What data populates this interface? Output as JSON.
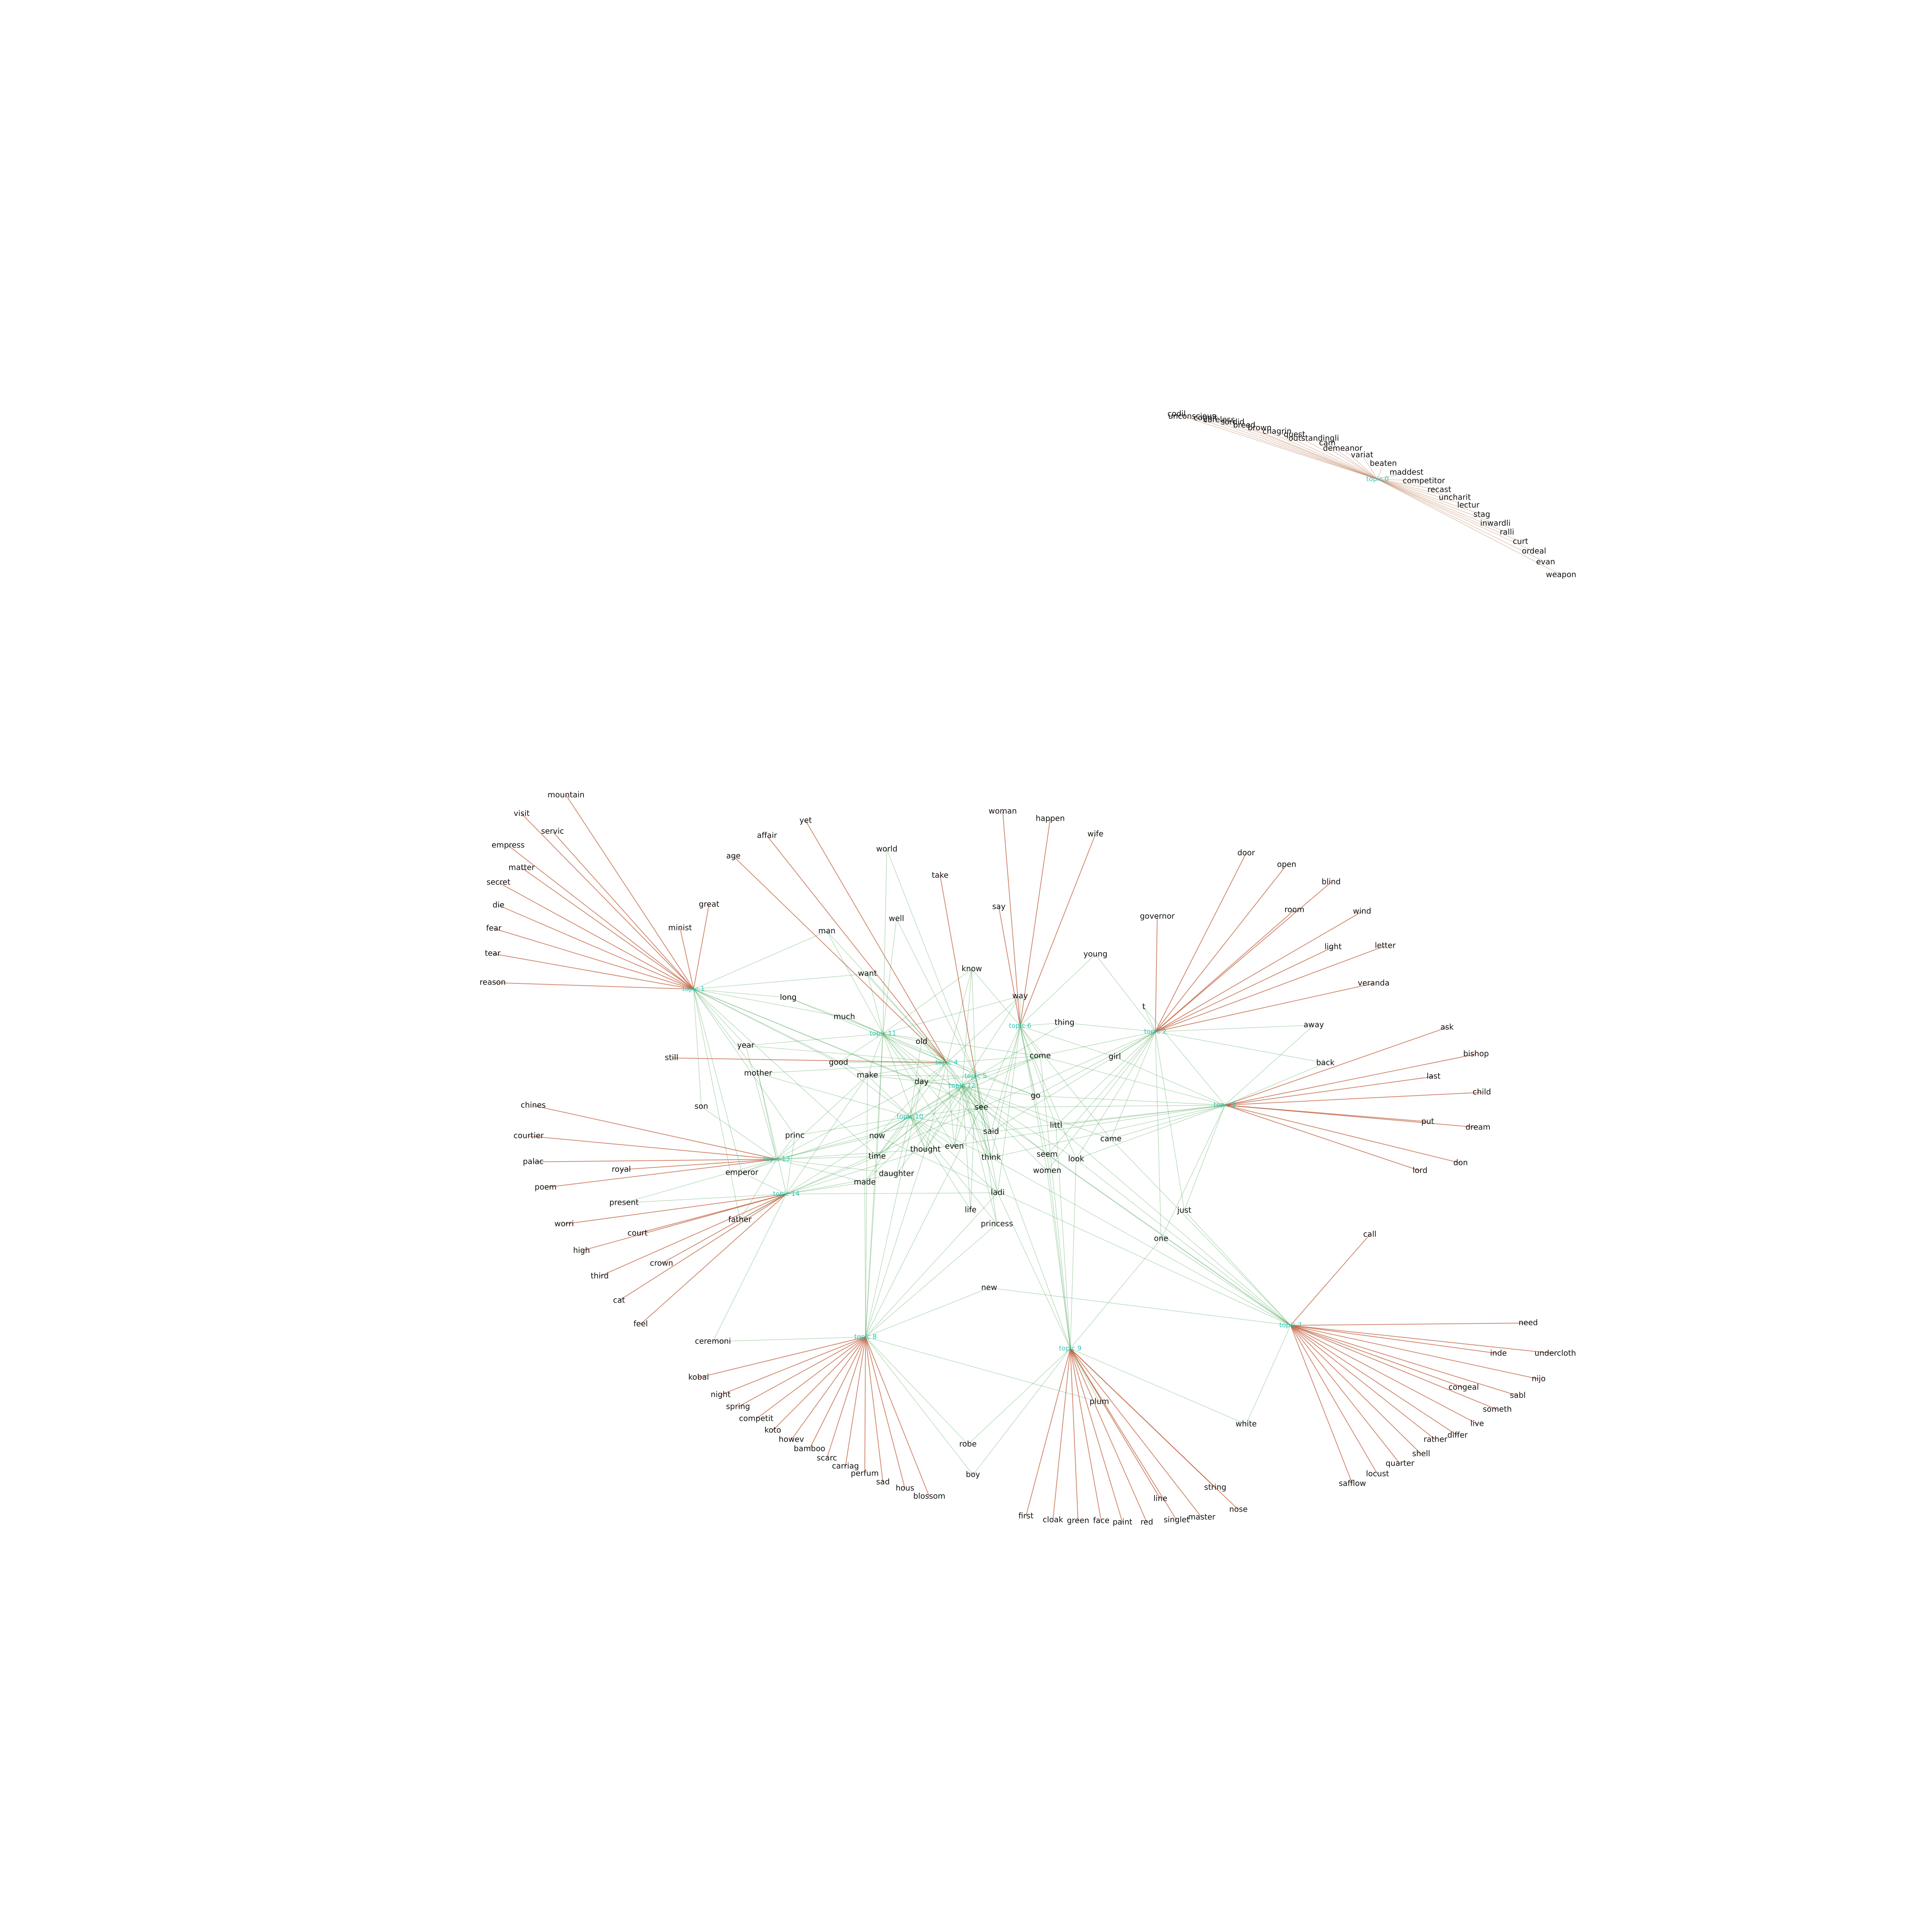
{
  "colors": {
    "topic_label": "#2bc7b6",
    "term_label": "#111111",
    "topic_term_edge": "#c0603e",
    "shared_term_edge": "#3a9a45",
    "isolated_edge": "#b97a57"
  },
  "topics": [
    {
      "id": "t0",
      "label": "topic 0"
    },
    {
      "id": "t1",
      "label": "topic 1"
    },
    {
      "id": "t2",
      "label": "topic 2"
    },
    {
      "id": "t3",
      "label": "topic 3"
    },
    {
      "id": "t4",
      "label": "topic 4"
    },
    {
      "id": "t5",
      "label": "topic 5"
    },
    {
      "id": "t6",
      "label": "topic 6"
    },
    {
      "id": "t7",
      "label": "topic 7"
    },
    {
      "id": "t8",
      "label": "topic 8"
    },
    {
      "id": "t9",
      "label": "topic 9"
    },
    {
      "id": "t10",
      "label": "topic 10"
    },
    {
      "id": "t11",
      "label": "topic 11"
    },
    {
      "id": "t12",
      "label": "topic 12"
    },
    {
      "id": "t13",
      "label": "topic 13"
    },
    {
      "id": "t14",
      "label": "topic 14"
    }
  ],
  "terms": [
    "codil",
    "unconscious",
    "cognit",
    "careless",
    "sordid",
    "breed",
    "brown",
    "chagrin",
    "quest",
    "outstandingli",
    "cam",
    "demeanor",
    "variat",
    "beaten",
    "maddest",
    "competitor",
    "recast",
    "uncharit",
    "lectur",
    "stag",
    "inwardli",
    "ralli",
    "curt",
    "ordeal",
    "evan",
    "weapon",
    "mountain",
    "visit",
    "servic",
    "empress",
    "matter",
    "secret",
    "die",
    "fear",
    "tear",
    "reason",
    "yet",
    "affair",
    "age",
    "woman",
    "happen",
    "wife",
    "world",
    "take",
    "door",
    "open",
    "blind",
    "room",
    "wind",
    "light",
    "letter",
    "veranda",
    "great",
    "minist",
    "man",
    "well",
    "say",
    "governor",
    "young",
    "know",
    "want",
    "way",
    "t",
    "away",
    "long",
    "much",
    "thing",
    "ask",
    "bishop",
    "last",
    "child",
    "put",
    "dream",
    "lord",
    "don",
    "back",
    "old",
    "year",
    "come",
    "girl",
    "good",
    "still",
    "mother",
    "make",
    "day",
    "go",
    "see",
    "son",
    "littl",
    "said",
    "princ",
    "now",
    "came",
    "thought",
    "even",
    "seem",
    "look",
    "time",
    "think",
    "women",
    "emperor",
    "daughter",
    "made",
    "ladi",
    "chines",
    "courtier",
    "palac",
    "royal",
    "poem",
    "present",
    "worri",
    "court",
    "father",
    "high",
    "crown",
    "third",
    "cat",
    "feel",
    "life",
    "princess",
    "just",
    "call",
    "one",
    "new",
    "ceremoni",
    "kobai",
    "night",
    "spring",
    "competit",
    "koto",
    "howev",
    "bamboo",
    "scarc",
    "carriag",
    "perfum",
    "sad",
    "hous",
    "blossom",
    "robe",
    "boy",
    "plum",
    "white",
    "string",
    "line",
    "nose",
    "master",
    "singlet",
    "red",
    "paint",
    "face",
    "green",
    "cloak",
    "first",
    "need",
    "inde",
    "undercloth",
    "nijo",
    "congeal",
    "sabl",
    "someth",
    "live",
    "differ",
    "rather",
    "shell",
    "quarter",
    "locust",
    "safflow"
  ],
  "edges": [
    [
      "t0",
      "codil"
    ],
    [
      "t0",
      "unconscious"
    ],
    [
      "t0",
      "cognit"
    ],
    [
      "t0",
      "careless"
    ],
    [
      "t0",
      "sordid"
    ],
    [
      "t0",
      "breed"
    ],
    [
      "t0",
      "brown"
    ],
    [
      "t0",
      "chagrin"
    ],
    [
      "t0",
      "quest"
    ],
    [
      "t0",
      "outstandingli"
    ],
    [
      "t0",
      "cam"
    ],
    [
      "t0",
      "demeanor"
    ],
    [
      "t0",
      "variat"
    ],
    [
      "t0",
      "beaten"
    ],
    [
      "t0",
      "maddest"
    ],
    [
      "t0",
      "competitor"
    ],
    [
      "t0",
      "recast"
    ],
    [
      "t0",
      "uncharit"
    ],
    [
      "t0",
      "lectur"
    ],
    [
      "t0",
      "stag"
    ],
    [
      "t0",
      "inwardli"
    ],
    [
      "t0",
      "ralli"
    ],
    [
      "t0",
      "curt"
    ],
    [
      "t0",
      "ordeal"
    ],
    [
      "t0",
      "evan"
    ],
    [
      "t0",
      "weapon"
    ],
    [
      "t1",
      "mountain"
    ],
    [
      "t1",
      "visit"
    ],
    [
      "t1",
      "servic"
    ],
    [
      "t1",
      "empress"
    ],
    [
      "t1",
      "matter"
    ],
    [
      "t1",
      "secret"
    ],
    [
      "t1",
      "die"
    ],
    [
      "t1",
      "fear"
    ],
    [
      "t1",
      "tear"
    ],
    [
      "t1",
      "reason"
    ],
    [
      "t1",
      "great"
    ],
    [
      "t1",
      "minist"
    ],
    [
      "t1",
      "long"
    ],
    [
      "t1",
      "much"
    ],
    [
      "t1",
      "want"
    ],
    [
      "t1",
      "man"
    ],
    [
      "t1",
      "year"
    ],
    [
      "t1",
      "mother"
    ],
    [
      "t1",
      "son"
    ],
    [
      "t1",
      "princ"
    ],
    [
      "t1",
      "good"
    ],
    [
      "t1",
      "make"
    ],
    [
      "t1",
      "day"
    ],
    [
      "t1",
      "see"
    ],
    [
      "t1",
      "time"
    ],
    [
      "t1",
      "emperor"
    ],
    [
      "t1",
      "father"
    ],
    [
      "t2",
      "door"
    ],
    [
      "t2",
      "open"
    ],
    [
      "t2",
      "blind"
    ],
    [
      "t2",
      "room"
    ],
    [
      "t2",
      "wind"
    ],
    [
      "t2",
      "light"
    ],
    [
      "t2",
      "letter"
    ],
    [
      "t2",
      "veranda"
    ],
    [
      "t2",
      "away"
    ],
    [
      "t2",
      "back"
    ],
    [
      "t2",
      "t"
    ],
    [
      "t2",
      "governor"
    ],
    [
      "t2",
      "young"
    ],
    [
      "t2",
      "girl"
    ],
    [
      "t2",
      "come"
    ],
    [
      "t2",
      "thing"
    ],
    [
      "t2",
      "go"
    ],
    [
      "t2",
      "see"
    ],
    [
      "t2",
      "littl"
    ],
    [
      "t2",
      "came"
    ],
    [
      "t2",
      "look"
    ],
    [
      "t2",
      "seem"
    ],
    [
      "t2",
      "said"
    ],
    [
      "t2",
      "women"
    ],
    [
      "t2",
      "just"
    ],
    [
      "t2",
      "one"
    ],
    [
      "t3",
      "ask"
    ],
    [
      "t3",
      "bishop"
    ],
    [
      "t3",
      "last"
    ],
    [
      "t3",
      "child"
    ],
    [
      "t3",
      "put"
    ],
    [
      "t3",
      "dream"
    ],
    [
      "t3",
      "lord"
    ],
    [
      "t3",
      "don"
    ],
    [
      "t3",
      "back"
    ],
    [
      "t3",
      "away"
    ],
    [
      "t3",
      "girl"
    ],
    [
      "t3",
      "come"
    ],
    [
      "t3",
      "go"
    ],
    [
      "t3",
      "see"
    ],
    [
      "t3",
      "littl"
    ],
    [
      "t3",
      "came"
    ],
    [
      "t3",
      "look"
    ],
    [
      "t3",
      "think"
    ],
    [
      "t3",
      "said"
    ],
    [
      "t3",
      "thought"
    ],
    [
      "t3",
      "just"
    ],
    [
      "t3",
      "one"
    ],
    [
      "t3",
      "t"
    ],
    [
      "t4",
      "yet"
    ],
    [
      "t4",
      "affair"
    ],
    [
      "t4",
      "age"
    ],
    [
      "t4",
      "man"
    ],
    [
      "t4",
      "much"
    ],
    [
      "t4",
      "long"
    ],
    [
      "t4",
      "old"
    ],
    [
      "t4",
      "good"
    ],
    [
      "t4",
      "make"
    ],
    [
      "t4",
      "day"
    ],
    [
      "t4",
      "see"
    ],
    [
      "t4",
      "said"
    ],
    [
      "t4",
      "now"
    ],
    [
      "t4",
      "thought"
    ],
    [
      "t4",
      "time"
    ],
    [
      "t4",
      "even"
    ],
    [
      "t4",
      "think"
    ],
    [
      "t4",
      "come"
    ],
    [
      "t4",
      "go"
    ],
    [
      "t4",
      "know"
    ],
    [
      "t4",
      "way"
    ],
    [
      "t4",
      "want"
    ],
    [
      "t4",
      "year"
    ],
    [
      "t4",
      "still"
    ],
    [
      "t4",
      "mother"
    ],
    [
      "t5",
      "world"
    ],
    [
      "t5",
      "take"
    ],
    [
      "t5",
      "well"
    ],
    [
      "t5",
      "know"
    ],
    [
      "t5",
      "see"
    ],
    [
      "t5",
      "said"
    ],
    [
      "t5",
      "think"
    ],
    [
      "t5",
      "thought"
    ],
    [
      "t5",
      "day"
    ],
    [
      "t5",
      "come"
    ],
    [
      "t5",
      "make"
    ],
    [
      "t5",
      "old"
    ],
    [
      "t5",
      "now"
    ],
    [
      "t5",
      "even"
    ],
    [
      "t5",
      "time"
    ],
    [
      "t5",
      "ladi"
    ],
    [
      "t5",
      "life"
    ],
    [
      "t5",
      "princess"
    ],
    [
      "t6",
      "woman"
    ],
    [
      "t6",
      "happen"
    ],
    [
      "t6",
      "wife"
    ],
    [
      "t6",
      "say"
    ],
    [
      "t6",
      "way"
    ],
    [
      "t6",
      "know"
    ],
    [
      "t6",
      "thing"
    ],
    [
      "t6",
      "come"
    ],
    [
      "t6",
      "go"
    ],
    [
      "t6",
      "see"
    ],
    [
      "t6",
      "young"
    ],
    [
      "t6",
      "girl"
    ],
    [
      "t6",
      "littl"
    ],
    [
      "t6",
      "said"
    ],
    [
      "t6",
      "think"
    ],
    [
      "t6",
      "seem"
    ],
    [
      "t6",
      "look"
    ],
    [
      "t6",
      "came"
    ],
    [
      "t6",
      "women"
    ],
    [
      "t6",
      "ladi"
    ],
    [
      "t7",
      "need"
    ],
    [
      "t7",
      "inde"
    ],
    [
      "t7",
      "undercloth"
    ],
    [
      "t7",
      "nijo"
    ],
    [
      "t7",
      "congeal"
    ],
    [
      "t7",
      "sabl"
    ],
    [
      "t7",
      "someth"
    ],
    [
      "t7",
      "live"
    ],
    [
      "t7",
      "differ"
    ],
    [
      "t7",
      "rather"
    ],
    [
      "t7",
      "shell"
    ],
    [
      "t7",
      "quarter"
    ],
    [
      "t7",
      "locust"
    ],
    [
      "t7",
      "safflow"
    ],
    [
      "t7",
      "call"
    ],
    [
      "t7",
      "white"
    ],
    [
      "t7",
      "just"
    ],
    [
      "t7",
      "one"
    ],
    [
      "t7",
      "look"
    ],
    [
      "t7",
      "came"
    ],
    [
      "t7",
      "see"
    ],
    [
      "t7",
      "now"
    ],
    [
      "t7",
      "new"
    ],
    [
      "t7",
      "seem"
    ],
    [
      "t7",
      "littl"
    ],
    [
      "t7",
      "think"
    ],
    [
      "t8",
      "kobai"
    ],
    [
      "t8",
      "night"
    ],
    [
      "t8",
      "spring"
    ],
    [
      "t8",
      "competit"
    ],
    [
      "t8",
      "koto"
    ],
    [
      "t8",
      "howev"
    ],
    [
      "t8",
      "bamboo"
    ],
    [
      "t8",
      "scarc"
    ],
    [
      "t8",
      "carriag"
    ],
    [
      "t8",
      "perfum"
    ],
    [
      "t8",
      "sad"
    ],
    [
      "t8",
      "hous"
    ],
    [
      "t8",
      "blossom"
    ],
    [
      "t8",
      "ceremoni"
    ],
    [
      "t8",
      "robe"
    ],
    [
      "t8",
      "boy"
    ],
    [
      "t8",
      "now"
    ],
    [
      "t8",
      "time"
    ],
    [
      "t8",
      "made"
    ],
    [
      "t8",
      "see"
    ],
    [
      "t8",
      "day"
    ],
    [
      "t8",
      "ladi"
    ],
    [
      "t8",
      "princess"
    ],
    [
      "t8",
      "new"
    ],
    [
      "t8",
      "make"
    ],
    [
      "t8",
      "thought"
    ],
    [
      "t8",
      "plum"
    ],
    [
      "t9",
      "first"
    ],
    [
      "t9",
      "cloak"
    ],
    [
      "t9",
      "green"
    ],
    [
      "t9",
      "face"
    ],
    [
      "t9",
      "paint"
    ],
    [
      "t9",
      "red"
    ],
    [
      "t9",
      "singlet"
    ],
    [
      "t9",
      "master"
    ],
    [
      "t9",
      "nose"
    ],
    [
      "t9",
      "string"
    ],
    [
      "t9",
      "line"
    ],
    [
      "t9",
      "plum"
    ],
    [
      "t9",
      "white"
    ],
    [
      "t9",
      "robe"
    ],
    [
      "t9",
      "boy"
    ],
    [
      "t9",
      "one"
    ],
    [
      "t9",
      "see"
    ],
    [
      "t9",
      "women"
    ],
    [
      "t9",
      "seem"
    ],
    [
      "t9",
      "ladi"
    ],
    [
      "t9",
      "come"
    ],
    [
      "t9",
      "look"
    ],
    [
      "t9",
      "littl"
    ],
    [
      "t10",
      "see"
    ],
    [
      "t10",
      "said"
    ],
    [
      "t10",
      "now"
    ],
    [
      "t10",
      "time"
    ],
    [
      "t10",
      "day"
    ],
    [
      "t10",
      "make"
    ],
    [
      "t10",
      "good"
    ],
    [
      "t10",
      "thought"
    ],
    [
      "t10",
      "even"
    ],
    [
      "t10",
      "think"
    ],
    [
      "t10",
      "princ"
    ],
    [
      "t10",
      "emperor"
    ],
    [
      "t10",
      "daughter"
    ],
    [
      "t10",
      "made"
    ],
    [
      "t10",
      "ladi"
    ],
    [
      "t10",
      "life"
    ],
    [
      "t10",
      "princess"
    ],
    [
      "t10",
      "mother"
    ],
    [
      "t10",
      "old"
    ],
    [
      "t10",
      "come"
    ],
    [
      "t11",
      "old"
    ],
    [
      "t11",
      "year"
    ],
    [
      "t11",
      "much"
    ],
    [
      "t11",
      "long"
    ],
    [
      "t11",
      "man"
    ],
    [
      "t11",
      "good"
    ],
    [
      "t11",
      "make"
    ],
    [
      "t11",
      "day"
    ],
    [
      "t11",
      "see"
    ],
    [
      "t11",
      "come"
    ],
    [
      "t11",
      "said"
    ],
    [
      "t11",
      "now"
    ],
    [
      "t11",
      "time"
    ],
    [
      "t11",
      "thought"
    ],
    [
      "t11",
      "even"
    ],
    [
      "t11",
      "think"
    ],
    [
      "t11",
      "go"
    ],
    [
      "t11",
      "know"
    ],
    [
      "t11",
      "way"
    ],
    [
      "t11",
      "well"
    ],
    [
      "t11",
      "world"
    ],
    [
      "t11",
      "want"
    ],
    [
      "t12",
      "see"
    ],
    [
      "t12",
      "said"
    ],
    [
      "t12",
      "come"
    ],
    [
      "t12",
      "go"
    ],
    [
      "t12",
      "day"
    ],
    [
      "t12",
      "make"
    ],
    [
      "t12",
      "old"
    ],
    [
      "t12",
      "know"
    ],
    [
      "t12",
      "way"
    ],
    [
      "t12",
      "thing"
    ],
    [
      "t12",
      "littl"
    ],
    [
      "t12",
      "seem"
    ],
    [
      "t12",
      "think"
    ],
    [
      "t12",
      "thought"
    ],
    [
      "t12",
      "even"
    ],
    [
      "t12",
      "now"
    ],
    [
      "t12",
      "time"
    ],
    [
      "t12",
      "ladi"
    ],
    [
      "t12",
      "women"
    ],
    [
      "t12",
      "look"
    ],
    [
      "t12",
      "came"
    ],
    [
      "t12",
      "daughter"
    ],
    [
      "t12",
      "made"
    ],
    [
      "t12",
      "life"
    ],
    [
      "t12",
      "princess"
    ],
    [
      "t13",
      "chines"
    ],
    [
      "t13",
      "courtier"
    ],
    [
      "t13",
      "palac"
    ],
    [
      "t13",
      "royal"
    ],
    [
      "t13",
      "poem"
    ],
    [
      "t13",
      "emperor"
    ],
    [
      "t13",
      "princ"
    ],
    [
      "t13",
      "son"
    ],
    [
      "t13",
      "year"
    ],
    [
      "t13",
      "mother"
    ],
    [
      "t13",
      "see"
    ],
    [
      "t13",
      "now"
    ],
    [
      "t13",
      "time"
    ],
    [
      "t13",
      "thought"
    ],
    [
      "t13",
      "daughter"
    ],
    [
      "t13",
      "made"
    ],
    [
      "t13",
      "day"
    ],
    [
      "t13",
      "make"
    ],
    [
      "t13",
      "father"
    ],
    [
      "t13",
      "present"
    ],
    [
      "t14",
      "present"
    ],
    [
      "t14",
      "worri"
    ],
    [
      "t14",
      "court"
    ],
    [
      "t14",
      "high"
    ],
    [
      "t14",
      "crown"
    ],
    [
      "t14",
      "third"
    ],
    [
      "t14",
      "cat"
    ],
    [
      "t14",
      "feel"
    ],
    [
      "t14",
      "father"
    ],
    [
      "t14",
      "emperor"
    ],
    [
      "t14",
      "princ"
    ],
    [
      "t14",
      "ceremoni"
    ],
    [
      "t14",
      "see"
    ],
    [
      "t14",
      "now"
    ],
    [
      "t14",
      "time"
    ],
    [
      "t14",
      "made"
    ],
    [
      "t14",
      "daughter"
    ],
    [
      "t14",
      "thought"
    ],
    [
      "t14",
      "ladi"
    ],
    [
      "t14",
      "mother"
    ],
    [
      "t14",
      "make"
    ]
  ]
}
